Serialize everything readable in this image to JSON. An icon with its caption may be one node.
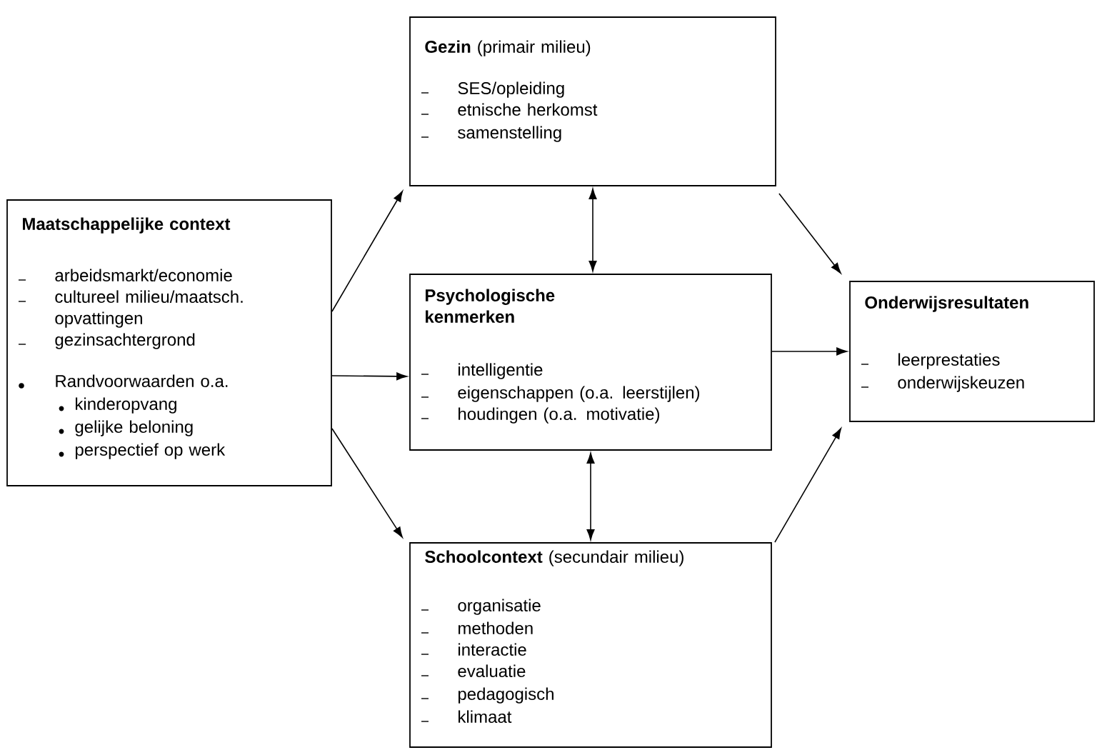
{
  "diagram": {
    "nodes": [
      {
        "text": [
          "Maatschappelijke context",
          "arbeidsmarkt/economie",
          "cultureel milieu/maatsch. opvattingen",
          "gezinsachtergrond",
          "Randvoorwaarden o.a.",
          "kinderopvang",
          "gelijke beloning",
          "perspectief op werk"
        ]
      },
      {
        "text": [
          "**Gezin** (primair milieu)",
          "SES/opleiding",
          "etnische herkomst",
          "samenstelling"
        ]
      },
      {
        "text": [
          "Psychologische kenmerken",
          "intelligentie",
          "eigenschappen (o.a. leerstijlen)",
          "houdingen (o.a. motivatie)"
        ]
      },
      {
        "text": [
          "**Schoolcontext** (secundair milieu)",
          "organisatie",
          "methoden",
          "interactie",
          "evaluatie",
          "pedagogisch",
          "klimaat"
        ]
      },
      {
        "text": [
          "Onderwijsresultaten",
          "leerprestaties",
          "onderwijskeuzen"
        ]
      }
    ],
    "edges": [
      {
        "from": 0,
        "to": 1,
        "arrow": "to"
      },
      {
        "from": 0,
        "to": 2,
        "arrow": "to"
      },
      {
        "from": 0,
        "to": 3,
        "arrow": "to"
      },
      {
        "from": 1,
        "to": 2,
        "arrow": "both"
      },
      {
        "from": 2,
        "to": 3,
        "arrow": "both"
      },
      {
        "from": 1,
        "to": 4,
        "arrow": "to"
      },
      {
        "from": 2,
        "to": 4,
        "arrow": "to"
      },
      {
        "from": 3,
        "to": 4,
        "arrow": "to"
      }
    ]
  }
}
